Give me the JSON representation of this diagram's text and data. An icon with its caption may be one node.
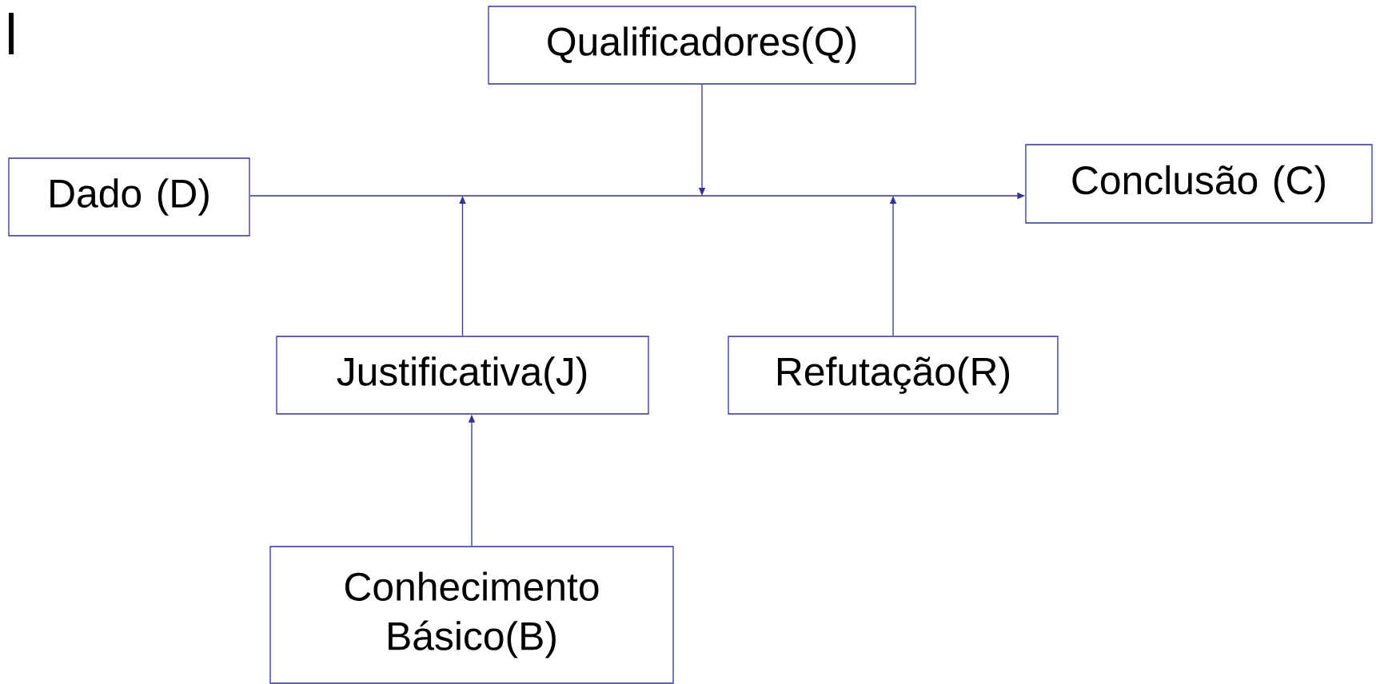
{
  "diagram": {
    "nodes": [
      {
        "text": [
          "Qualificadores(Q)"
        ]
      },
      {
        "text": [
          "Dado (D)"
        ]
      },
      {
        "text": [
          "Conclusão (C)"
        ]
      },
      {
        "text": [
          "Justificativa(J)"
        ]
      },
      {
        "text": [
          "Refutação(R)"
        ]
      },
      {
        "text": [
          "Conhecimento Básico(B)"
        ]
      }
    ],
    "edges": [
      {
        "from": 1,
        "to": 2,
        "arrow": "to"
      },
      {
        "from": 0,
        "to": null,
        "arrow": "to"
      },
      {
        "from": 3,
        "to": null,
        "arrow": "to"
      },
      {
        "from": 4,
        "to": null,
        "arrow": "to"
      },
      {
        "from": 5,
        "to": 3,
        "arrow": "to"
      }
    ]
  }
}
